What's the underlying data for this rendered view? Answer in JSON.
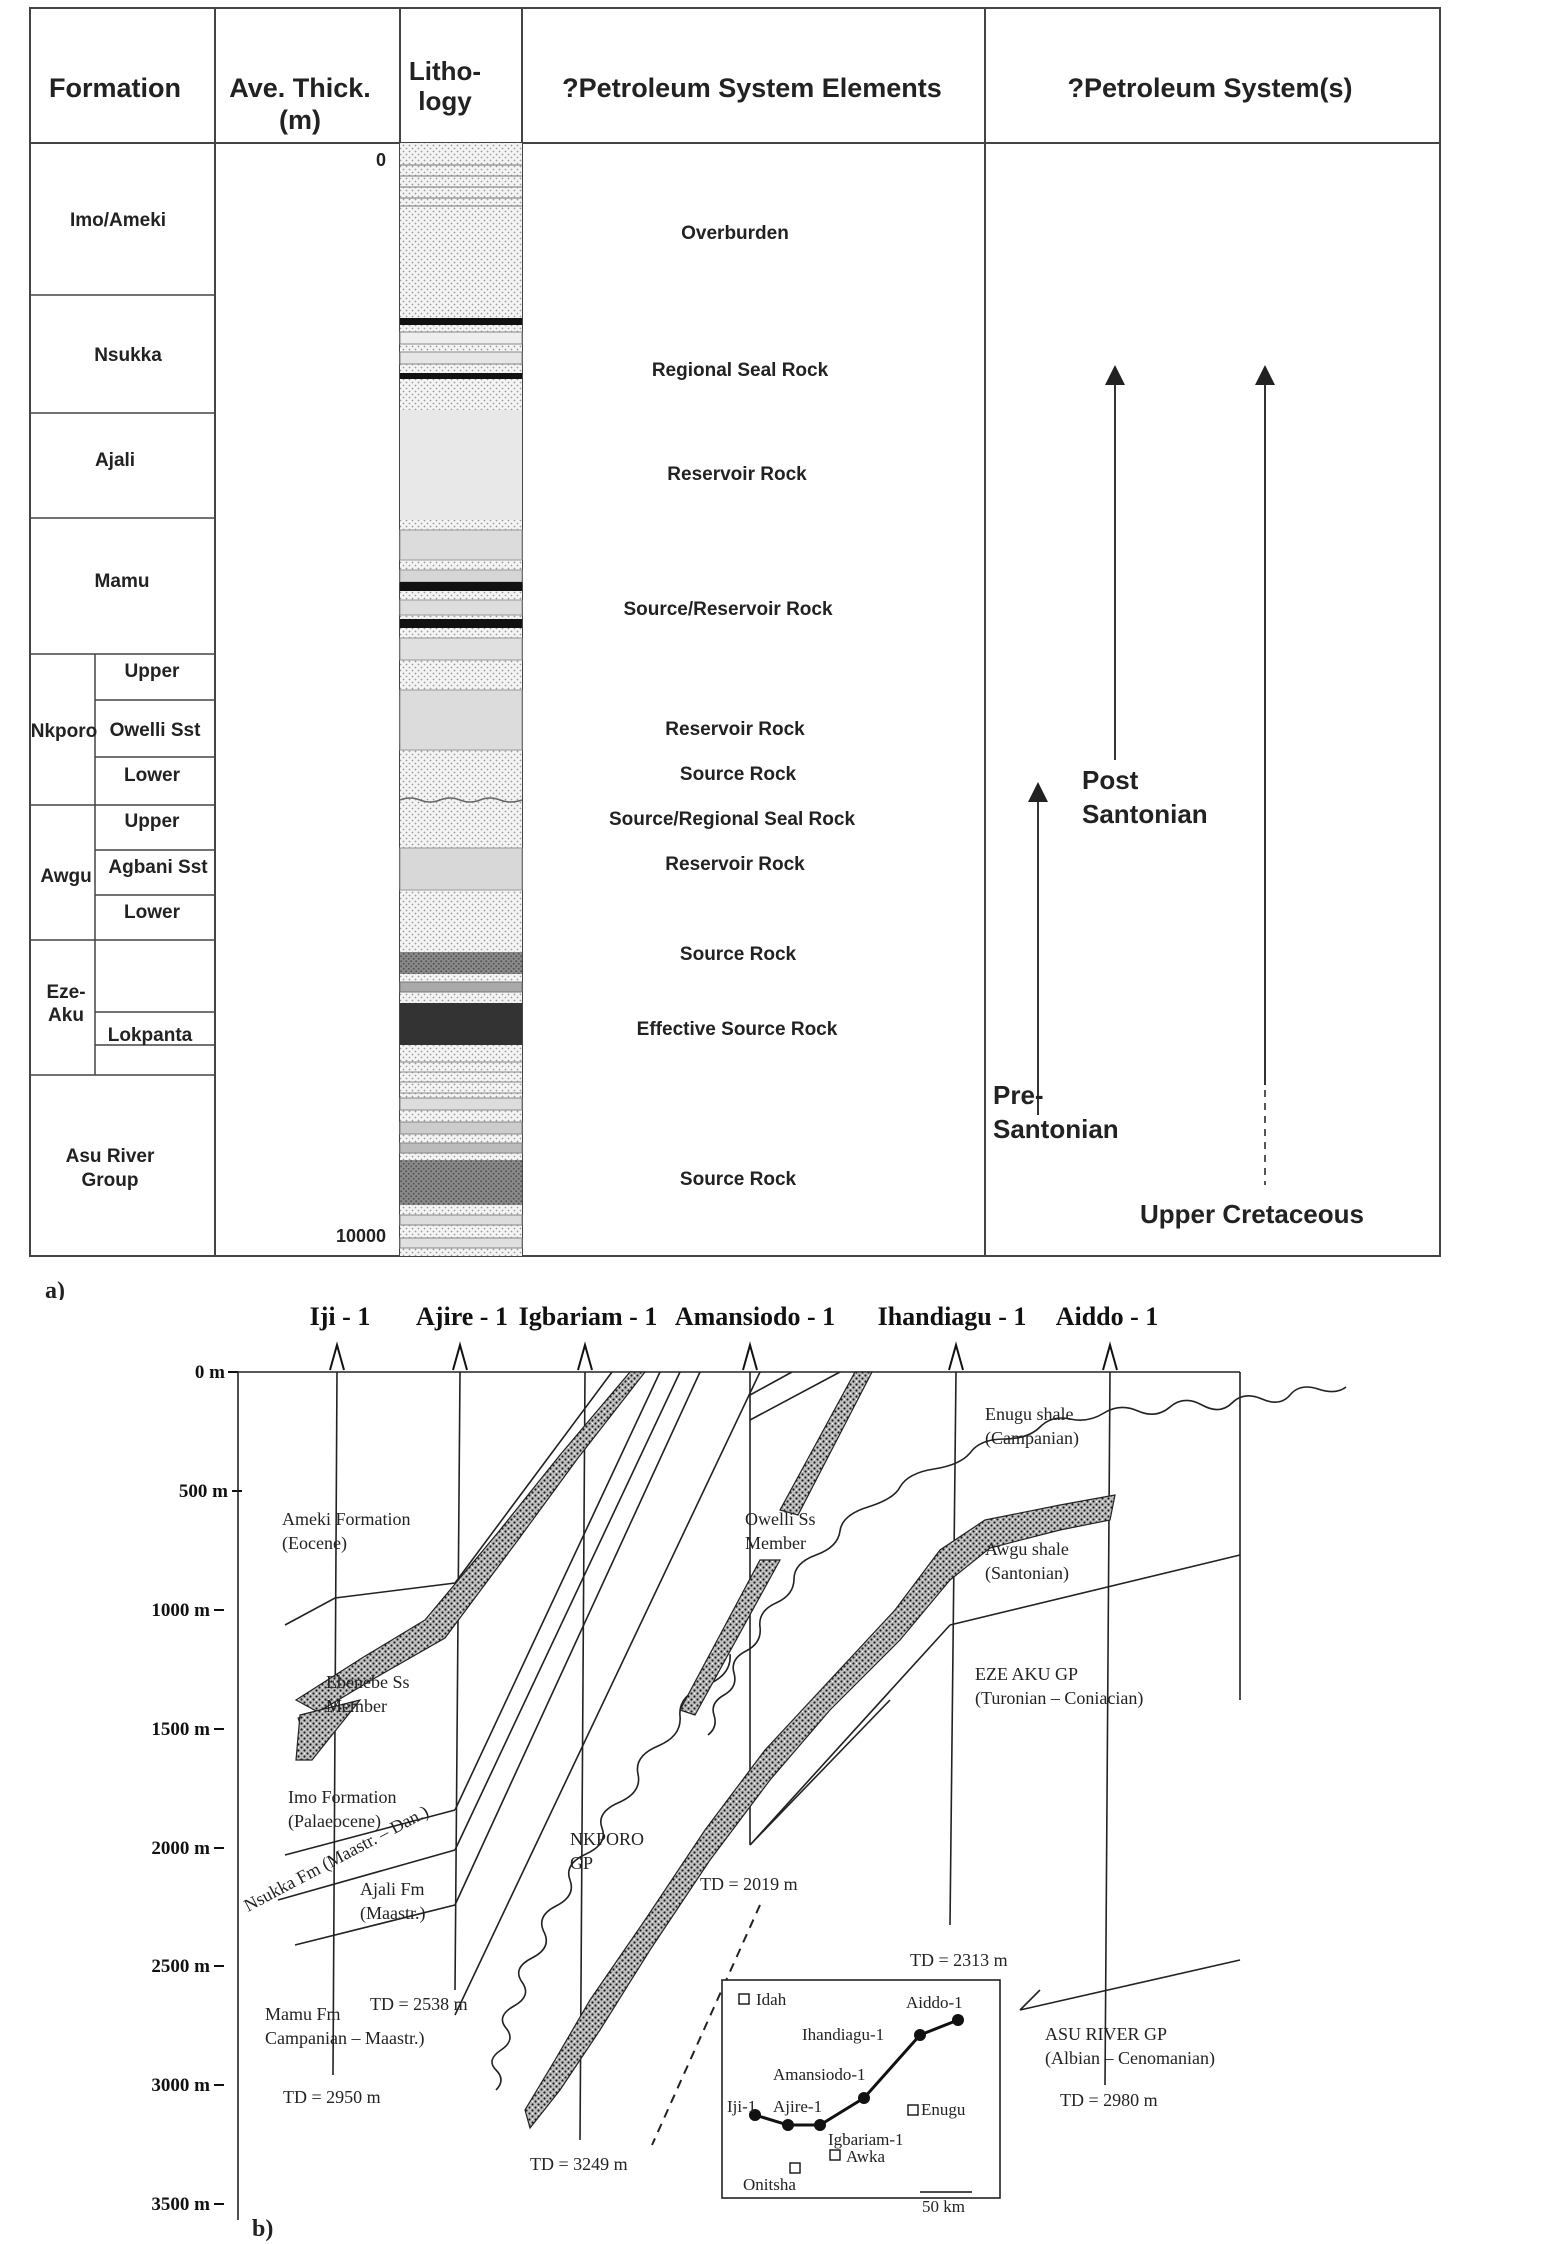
{
  "panel_a": {
    "label": "a)",
    "headers": {
      "formation": "Formation",
      "thickness": "Ave. Thick. (m)",
      "lithology": "Litho- logy",
      "elements": "?Petroleum System Elements",
      "systems": "?Petroleum System(s)"
    },
    "depth_top": "0",
    "depth_bottom": "10000",
    "formations": [
      {
        "name": "Imo/Ameki",
        "element": "Overburden"
      },
      {
        "name": "Nsukka",
        "element": "Regional Seal Rock"
      },
      {
        "name": "Ajali",
        "element": "Reservoir Rock"
      },
      {
        "name": "Mamu",
        "element": "Source/Reservoir Rock"
      }
    ],
    "nkporo": {
      "name": "Nkporo",
      "members": [
        "Upper",
        "Owelli Sst",
        "Lower"
      ],
      "elements": [
        "Reservoir Rock",
        "Source Rock"
      ]
    },
    "awgu": {
      "name": "Awgu",
      "members": [
        "Upper",
        "Agbani Sst",
        "Lower"
      ],
      "elements": [
        "Source/Regional Seal Rock",
        "Reservoir Rock",
        "Source Rock"
      ]
    },
    "ezeaku": {
      "name": "Eze-Aku",
      "member": "Lokpanta",
      "element": "Effective Source Rock"
    },
    "asu": {
      "name": "Asu River Group",
      "element": "Source Rock"
    },
    "systems": {
      "pre": "Pre-Santonian",
      "post": "Post Santonian",
      "upper": "Upper Cretaceous"
    }
  },
  "panel_b": {
    "label": "b)",
    "wells": [
      "Iji - 1",
      "Ajire - 1",
      "Igbariam - 1",
      "Amansiodo - 1",
      "Ihandiagu - 1",
      "Aiddo - 1"
    ],
    "depths": [
      "0 m",
      "500 m",
      "1000 m",
      "1500 m",
      "2000 m",
      "2500 m",
      "3000 m",
      "3500 m"
    ],
    "units": {
      "ameki": [
        "Ameki Formation",
        "(Eocene)"
      ],
      "ebenebe": [
        "Ebenebe Ss",
        "Member"
      ],
      "imo": [
        "Imo Formation",
        "(Palaeocene)"
      ],
      "nsukka": "Nsukka Fm (Maastr. – Dan.)",
      "ajali": [
        "Ajali Fm",
        "(Maastr.)"
      ],
      "mamu": [
        "Mamu Fm",
        "Campanian – Maastr.)"
      ],
      "owelli": [
        "Owelli Ss",
        "Member"
      ],
      "nkporo": [
        "NKPORO",
        "GP"
      ],
      "enugu": [
        "Enugu shale",
        "(Campanian)"
      ],
      "awgu": [
        "Awgu shale",
        "(Santonian)"
      ],
      "ezeaku": [
        "EZE AKU GP",
        "(Turonian – Coniacian)"
      ],
      "asu": [
        "ASU RIVER GP",
        "(Albian – Cenomanian)"
      ]
    },
    "td": [
      "TD = 2950 m",
      "TD = 2538 m",
      "TD = 3249 m",
      "TD = 2019 m",
      "TD = 2313 m",
      "TD = 2980 m"
    ],
    "inset": {
      "towns": [
        "Idah",
        "Enugu",
        "Awka",
        "Onitsha"
      ],
      "wells": [
        "Iji-1",
        "Ajire-1",
        "Igbariam-1",
        "Amansiodo-1",
        "Ihandiagu-1",
        "Aiddo-1"
      ],
      "scale": "50 km"
    }
  }
}
